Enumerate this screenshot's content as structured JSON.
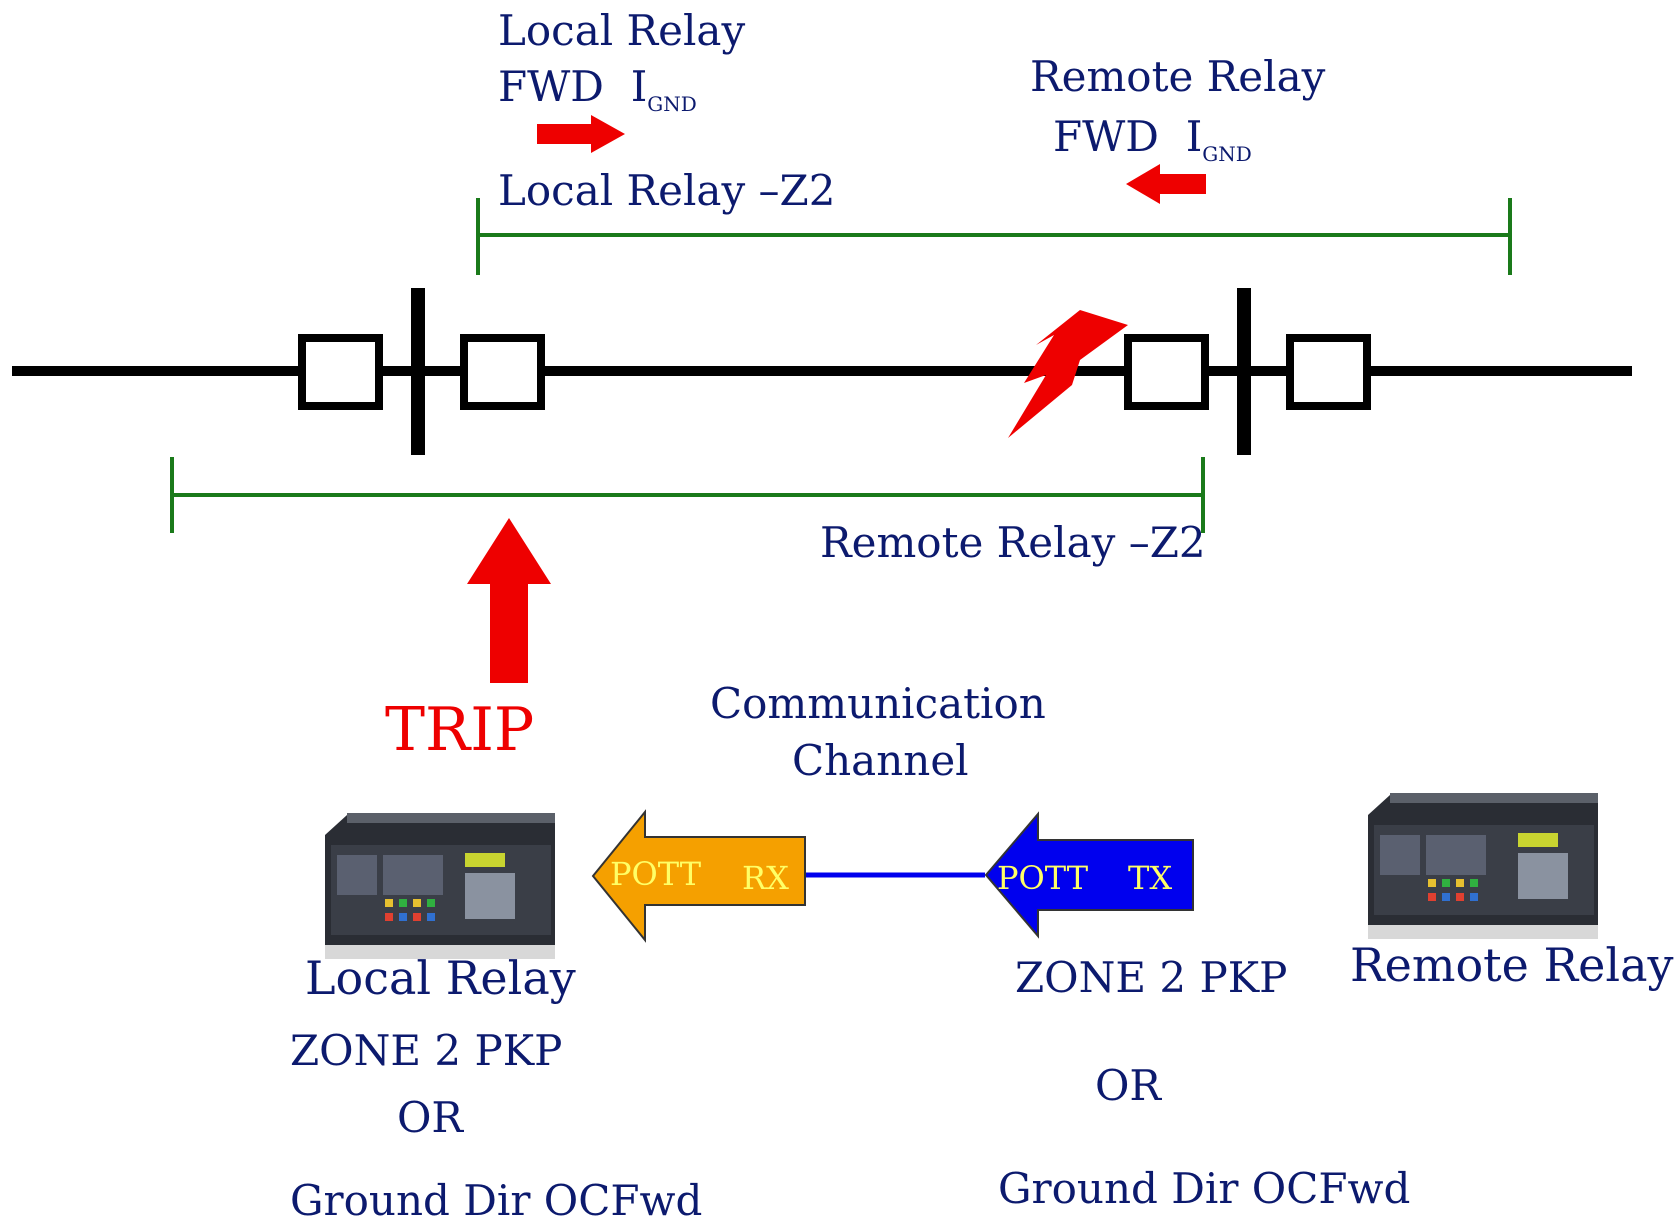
{
  "labels": {
    "local_relay_title": "Local Relay",
    "local_fwd": "FWD",
    "local_i": "I",
    "local_sub": "GND",
    "local_z2": "Local  Relay –Z2",
    "remote_relay_title": "Remote Relay",
    "remote_fwd": "FWD",
    "remote_i": "I",
    "remote_sub": "GND",
    "remote_z2": "Remote Relay –Z2",
    "trip": "TRIP",
    "comm_line1": "Communication",
    "comm_line2": "Channel",
    "rx_text_1": "POTT",
    "rx_text_2": "RX",
    "tx_text_1": "POTT",
    "tx_text_2": "TX",
    "local_relay_bottom": "Local  Relay",
    "local_zone": "ZONE 2 PKP",
    "local_or": "OR",
    "local_ground": "Ground Dir OCFwd",
    "remote_relay_bottom": "Remote Relay",
    "remote_zone": "ZONE 2 PKP",
    "remote_or": "OR",
    "remote_ground": "Ground Dir OCFwd"
  },
  "colors": {
    "text": "#0c1a6e",
    "line": "#000000",
    "zone": "#1a7a1a",
    "red": "#ee0000",
    "rx_arrow": "#f5a000",
    "tx_arrow": "#0000ee",
    "channel": "#0000ee",
    "arrow_text": "#ffff66"
  },
  "icons": {
    "fault": "lightning-bolt-icon",
    "relay_device": "relay-device-icon"
  }
}
